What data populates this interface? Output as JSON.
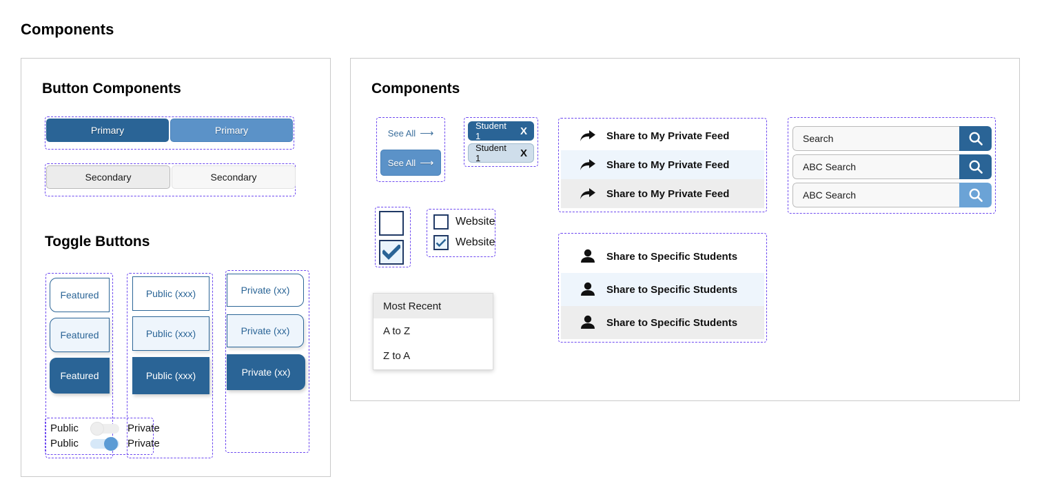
{
  "page": {
    "title": "Components"
  },
  "left_panel": {
    "title": "Button Components",
    "toggle_section_title": "Toggle Buttons",
    "primary_buttons": [
      {
        "label": "Primary",
        "state": "default"
      },
      {
        "label": "Primary",
        "state": "hover"
      }
    ],
    "secondary_buttons": [
      {
        "label": "Secondary",
        "state": "default"
      },
      {
        "label": "Secondary",
        "state": "hover"
      }
    ],
    "toggle_groups": [
      {
        "name": "featured",
        "items": [
          {
            "label": "Featured",
            "state": "default"
          },
          {
            "label": "Featured",
            "state": "hover"
          },
          {
            "label": "Featured",
            "state": "active"
          }
        ]
      },
      {
        "name": "public",
        "items": [
          {
            "label": "Public (xxx)",
            "state": "default"
          },
          {
            "label": "Public (xxx)",
            "state": "hover"
          },
          {
            "label": "Public (xxx)",
            "state": "active"
          }
        ]
      },
      {
        "name": "private",
        "items": [
          {
            "label": "Private (xx)",
            "state": "default"
          },
          {
            "label": "Private (xx)",
            "state": "hover"
          },
          {
            "label": "Private (xx)",
            "state": "active"
          }
        ]
      }
    ],
    "switches": [
      {
        "left_label": "Public",
        "right_label": "Private",
        "state": "off"
      },
      {
        "left_label": "Public",
        "right_label": "Private",
        "state": "on"
      }
    ]
  },
  "right_panel": {
    "title": "Components",
    "see_all": [
      {
        "label": "See All",
        "icon": "arrow-right-icon",
        "state": "default"
      },
      {
        "label": "See All",
        "icon": "arrow-right-icon",
        "state": "hover"
      }
    ],
    "student_chips": [
      {
        "label": "Student 1",
        "remove_label": "X",
        "state": "selected"
      },
      {
        "label": "Student 1",
        "remove_label": "X",
        "state": "unselected"
      }
    ],
    "big_checkboxes": [
      {
        "checked": false
      },
      {
        "checked": true
      }
    ],
    "labeled_checkboxes": [
      {
        "label": "Website",
        "checked": false
      },
      {
        "label": "Website",
        "checked": true
      }
    ],
    "dropdown": {
      "items": [
        {
          "label": "Most Recent",
          "selected": true
        },
        {
          "label": "A to Z",
          "selected": false
        },
        {
          "label": "Z to A",
          "selected": false
        }
      ]
    },
    "share_feed_rows": [
      {
        "label": "Share to My Private Feed",
        "icon": "share-arrow-icon",
        "state": "default"
      },
      {
        "label": "Share to My Private Feed",
        "icon": "share-arrow-icon",
        "state": "hover"
      },
      {
        "label": "Share to My Private Feed",
        "icon": "share-arrow-icon",
        "state": "active"
      }
    ],
    "share_students_rows": [
      {
        "label": "Share to Specific Students",
        "icon": "person-icon",
        "state": "default"
      },
      {
        "label": "Share to Specific Students",
        "icon": "person-icon",
        "state": "hover"
      },
      {
        "label": "Share to Specific Students",
        "icon": "person-icon",
        "state": "active"
      }
    ],
    "search_fields": [
      {
        "value": "Search",
        "icon": "search-icon",
        "state": "default"
      },
      {
        "value": "ABC Search",
        "icon": "search-icon",
        "state": "filled"
      },
      {
        "value": "ABC Search",
        "icon": "search-icon",
        "state": "hover"
      }
    ]
  },
  "colors": {
    "primary_dark": "#2a6496",
    "primary_light": "#5b92c8",
    "hover_tint": "#eef5fc",
    "active_gray": "#ededed",
    "annotation": "#6b46f0",
    "checkbox_border": "#1f3864"
  }
}
